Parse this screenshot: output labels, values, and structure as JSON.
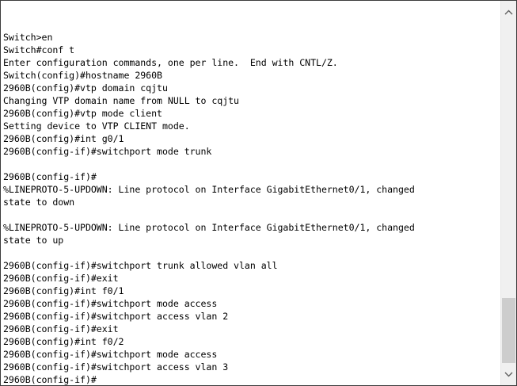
{
  "terminal": {
    "lines": [
      "Switch>en",
      "Switch#conf t",
      "Enter configuration commands, one per line.  End with CNTL/Z.",
      "Switch(config)#hostname 2960B",
      "2960B(config)#vtp domain cqjtu",
      "Changing VTP domain name from NULL to cqjtu",
      "2960B(config)#vtp mode client",
      "Setting device to VTP CLIENT mode.",
      "2960B(config)#int g0/1",
      "2960B(config-if)#switchport mode trunk",
      "",
      "2960B(config-if)#",
      "%LINEPROTO-5-UPDOWN: Line protocol on Interface GigabitEthernet0/1, changed",
      "state to down",
      "",
      "%LINEPROTO-5-UPDOWN: Line protocol on Interface GigabitEthernet0/1, changed",
      "state to up",
      "",
      "2960B(config-if)#switchport trunk allowed vlan all",
      "2960B(config-if)#exit",
      "2960B(config)#int f0/1",
      "2960B(config-if)#switchport mode access",
      "2960B(config-if)#switchport access vlan 2",
      "2960B(config-if)#exit",
      "2960B(config)#int f0/2",
      "2960B(config-if)#switchport mode access",
      "2960B(config-if)#switchport access vlan 3",
      "2960B(config-if)#"
    ]
  },
  "scrollbar": {
    "up_icon": "chevron-up-icon",
    "down_icon": "chevron-down-icon",
    "position": 1.0,
    "arrow_color": "#606060",
    "thumb_color": "#cdcdcd",
    "track_color": "#f0f0f0"
  }
}
